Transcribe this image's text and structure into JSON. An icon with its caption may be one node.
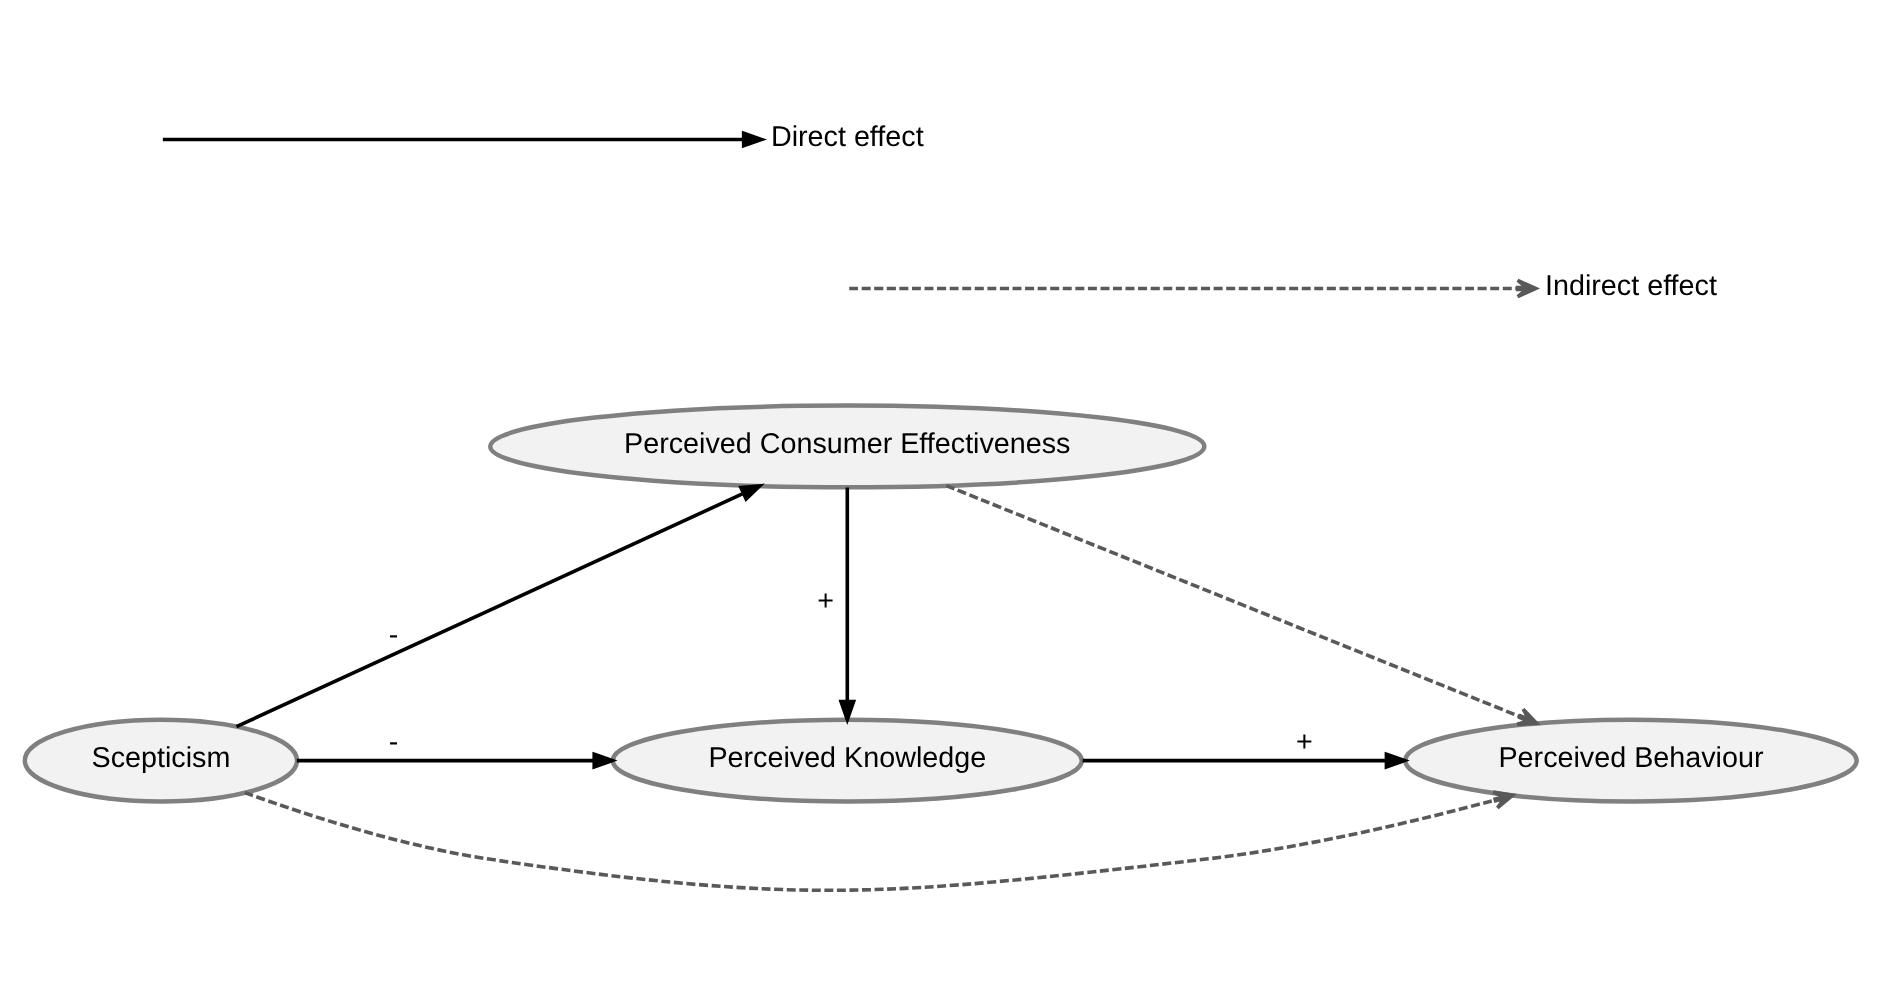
{
  "diagram": {
    "nodes": [
      {
        "text": [
          "Scepticism"
        ]
      },
      {
        "text": [
          "Perceived Consumer Effectiveness"
        ]
      },
      {
        "text": [
          "Perceived Knowledge"
        ]
      },
      {
        "text": [
          "Perceived Behaviour"
        ]
      }
    ],
    "edges": [
      {
        "from": 0,
        "to": 1,
        "arrow": "to",
        "label": "-"
      },
      {
        "from": 0,
        "to": 2,
        "arrow": "to",
        "label": "-"
      },
      {
        "from": 1,
        "to": 2,
        "arrow": "to",
        "label": "+"
      },
      {
        "from": 2,
        "to": 3,
        "arrow": "to",
        "label": "+"
      },
      {
        "from": 1,
        "to": 3,
        "arrow": "to",
        "style": "dashed",
        "color": "#595959"
      },
      {
        "from": 0,
        "to": 3,
        "arrow": "to",
        "style": "dashed",
        "color": "#595959"
      }
    ],
    "legend": [
      {
        "text": "Direct effect"
      },
      {
        "text": "Indirect effect"
      }
    ]
  }
}
